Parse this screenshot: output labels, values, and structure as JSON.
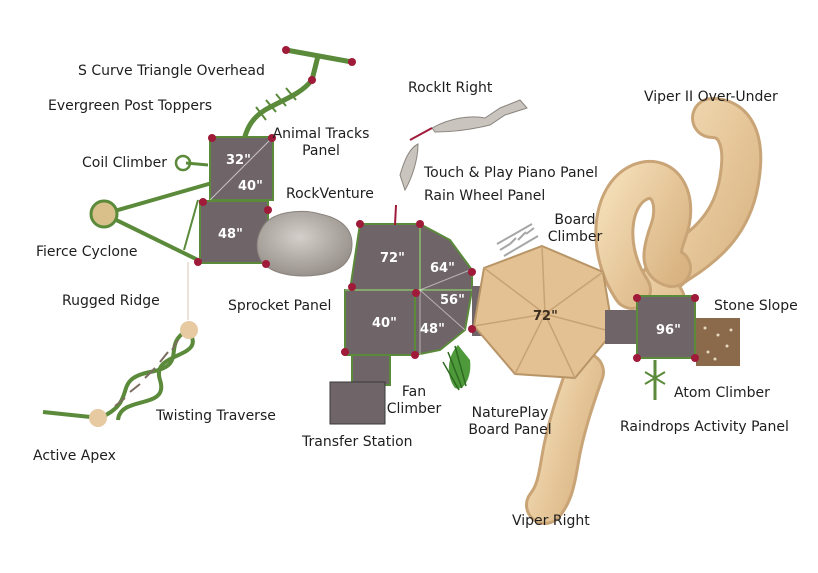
{
  "labels": {
    "s_curve": "S Curve Triangle Overhead",
    "evergreen": "Evergreen Post Toppers",
    "animal_tracks": "Animal Tracks\nPanel",
    "coil": "Coil Climber",
    "rockventure": "RockVenture",
    "fierce": "Fierce Cyclone",
    "rugged": "Rugged Ridge",
    "sprocket": "Sprocket Panel",
    "twisting": "Twisting Traverse",
    "active_apex": "Active Apex",
    "transfer": "Transfer Station",
    "fan": "Fan\nClimber",
    "natureplay": "NaturePlay\nBoard Panel",
    "viper_right": "Viper Right",
    "rockit": "RockIt Right",
    "touch_play": "Touch & Play Piano Panel",
    "rain_wheel": "Rain Wheel Panel",
    "board_climber": "Board\nClimber",
    "viper2": "Viper II Over-Under",
    "stone_slope": "Stone Slope",
    "atom": "Atom Climber",
    "raindrops": "Raindrops Activity Panel"
  },
  "decks": {
    "d32": "32\"",
    "d40a": "40\"",
    "d48a": "48\"",
    "d72a": "72\"",
    "d64": "64\"",
    "d56": "56\"",
    "d40b": "40\"",
    "d48b": "48\"",
    "d72b": "72\"",
    "d96": "96\""
  },
  "colors": {
    "deck": "#6f6468",
    "post": "#a01a3a",
    "frame": "#5a8a3a",
    "slide": "#e8c99a",
    "rock": "#b8b2ac"
  }
}
